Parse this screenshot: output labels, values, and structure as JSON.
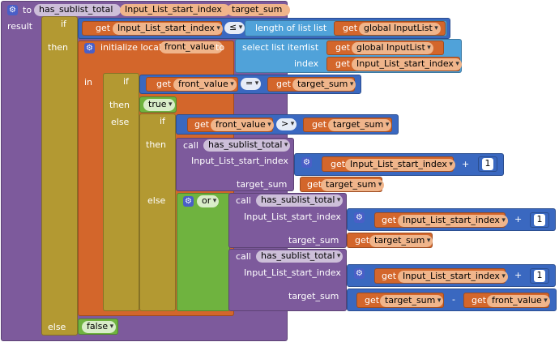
{
  "proc": {
    "to": "to",
    "name": "has_sublist_total",
    "params": [
      "Input_List_start_index",
      "target_sum"
    ],
    "result": "result"
  },
  "kw": {
    "if": "if",
    "then": "then",
    "else": "else",
    "in": "in",
    "get": "get",
    "call": "call",
    "or": "or",
    "list": "list",
    "index": "index",
    "plus": "+",
    "minus": "-",
    "init_local": "initialize local",
    "to": "to",
    "length_of_list": "length of list",
    "select_list_item": "select list item",
    "lte": "≤",
    "eq": "=",
    "gt": ">"
  },
  "vars": {
    "start_index": "Input_List_start_index",
    "target_sum": "target_sum",
    "global_list": "global InputList",
    "front_value": "front_value"
  },
  "values": {
    "true": "true",
    "false": "false",
    "one": "1"
  },
  "call_args": {
    "start_index": "Input_List_start_index",
    "target_sum": "target_sum"
  },
  "colors": {
    "procedure": "#7d5a9c",
    "control": "#b39932",
    "variable": "#d3662b",
    "list": "#50a2d9",
    "math": "#3a68c0",
    "logic": "#6fb33f"
  }
}
